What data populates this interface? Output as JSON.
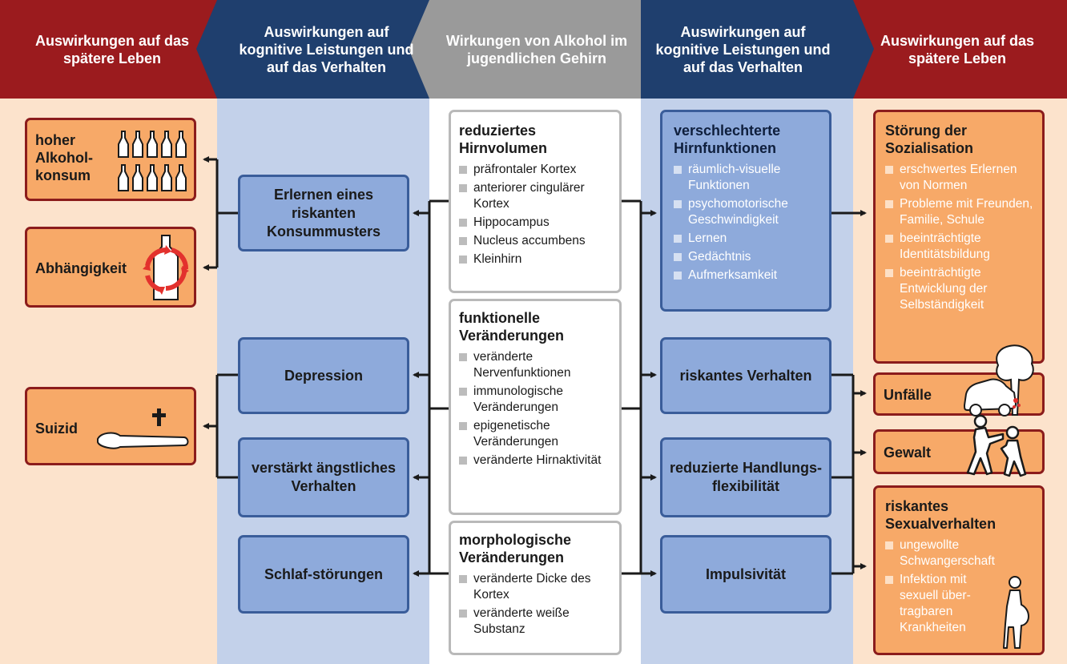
{
  "headers": {
    "left_outer": "Auswirkungen auf das spätere Leben",
    "left_inner": "Auswirkungen auf kognitive Leistungen und auf das Verhalten",
    "center": "Wirkungen von Alkohol im jugendlichen Gehirn",
    "right_inner": "Auswirkungen auf kognitive Leistungen und auf das Verhalten",
    "right_outer": "Auswirkungen auf das spätere Leben"
  },
  "left_outer": {
    "alkohol": "hoher Alkohol-konsum",
    "abhaengigkeit": "Abhängigkeit",
    "suizid": "Suizid"
  },
  "left_inner": {
    "konsummuster": "Erlernen eines riskanten Konsummusters",
    "depression": "Depression",
    "angst": "verstärkt ängstliches Verhalten",
    "schlaf": "Schlaf-störungen"
  },
  "center": {
    "hirnvolumen": {
      "title": "reduziertes Hirnvolumen",
      "items": [
        "präfrontaler Kortex",
        "anteriorer cingulärer Kortex",
        "Hippocampus",
        "Nucleus accumbens",
        "Kleinhirn"
      ]
    },
    "funktionell": {
      "title": "funktionelle Veränderungen",
      "items": [
        "veränderte Nervenfunktionen",
        "immunologische Veränderungen",
        "epigenetische Veränderungen",
        "veränderte Hirnaktivität"
      ]
    },
    "morphologisch": {
      "title": "morphologische Veränderungen",
      "items": [
        "veränderte Dicke des Kortex",
        "veränderte weiße Substanz"
      ]
    }
  },
  "right_inner": {
    "hirnfunktionen": {
      "title": "verschlechterte Hirnfunktionen",
      "items": [
        "räumlich-visuelle Funktionen",
        "psychomotorische Geschwindigkeit",
        "Lernen",
        "Gedächtnis",
        "Aufmerksamkeit"
      ]
    },
    "riskant": "riskantes Verhalten",
    "flexibilitaet": "reduzierte Handlungs-flexibilität",
    "impulsivitaet": "Impulsivität"
  },
  "right_outer": {
    "sozialisation": {
      "title": "Störung der Sozialisation",
      "items": [
        "erschwertes Erlernen von Normen",
        "Probleme mit Freunden, Familie, Schule",
        "beeinträchtigte Identitätsbildung",
        "beeinträchtigte Entwicklung der Selbständigkeit"
      ]
    },
    "unfaelle": "Unfälle",
    "gewalt": "Gewalt",
    "sexual": {
      "title": "riskantes Sexualverhalten",
      "items": [
        "ungewollte Schwangerschaft",
        "Infektion mit sexuell über-tragbaren Krankheiten"
      ]
    }
  },
  "colors": {
    "dark_red": "#9b1b1e",
    "navy": "#1f3f6e",
    "gray": "#9a9a9a",
    "peach": "#fce3cc",
    "light_blue": "#c3d1ea",
    "white": "#ffffff"
  }
}
